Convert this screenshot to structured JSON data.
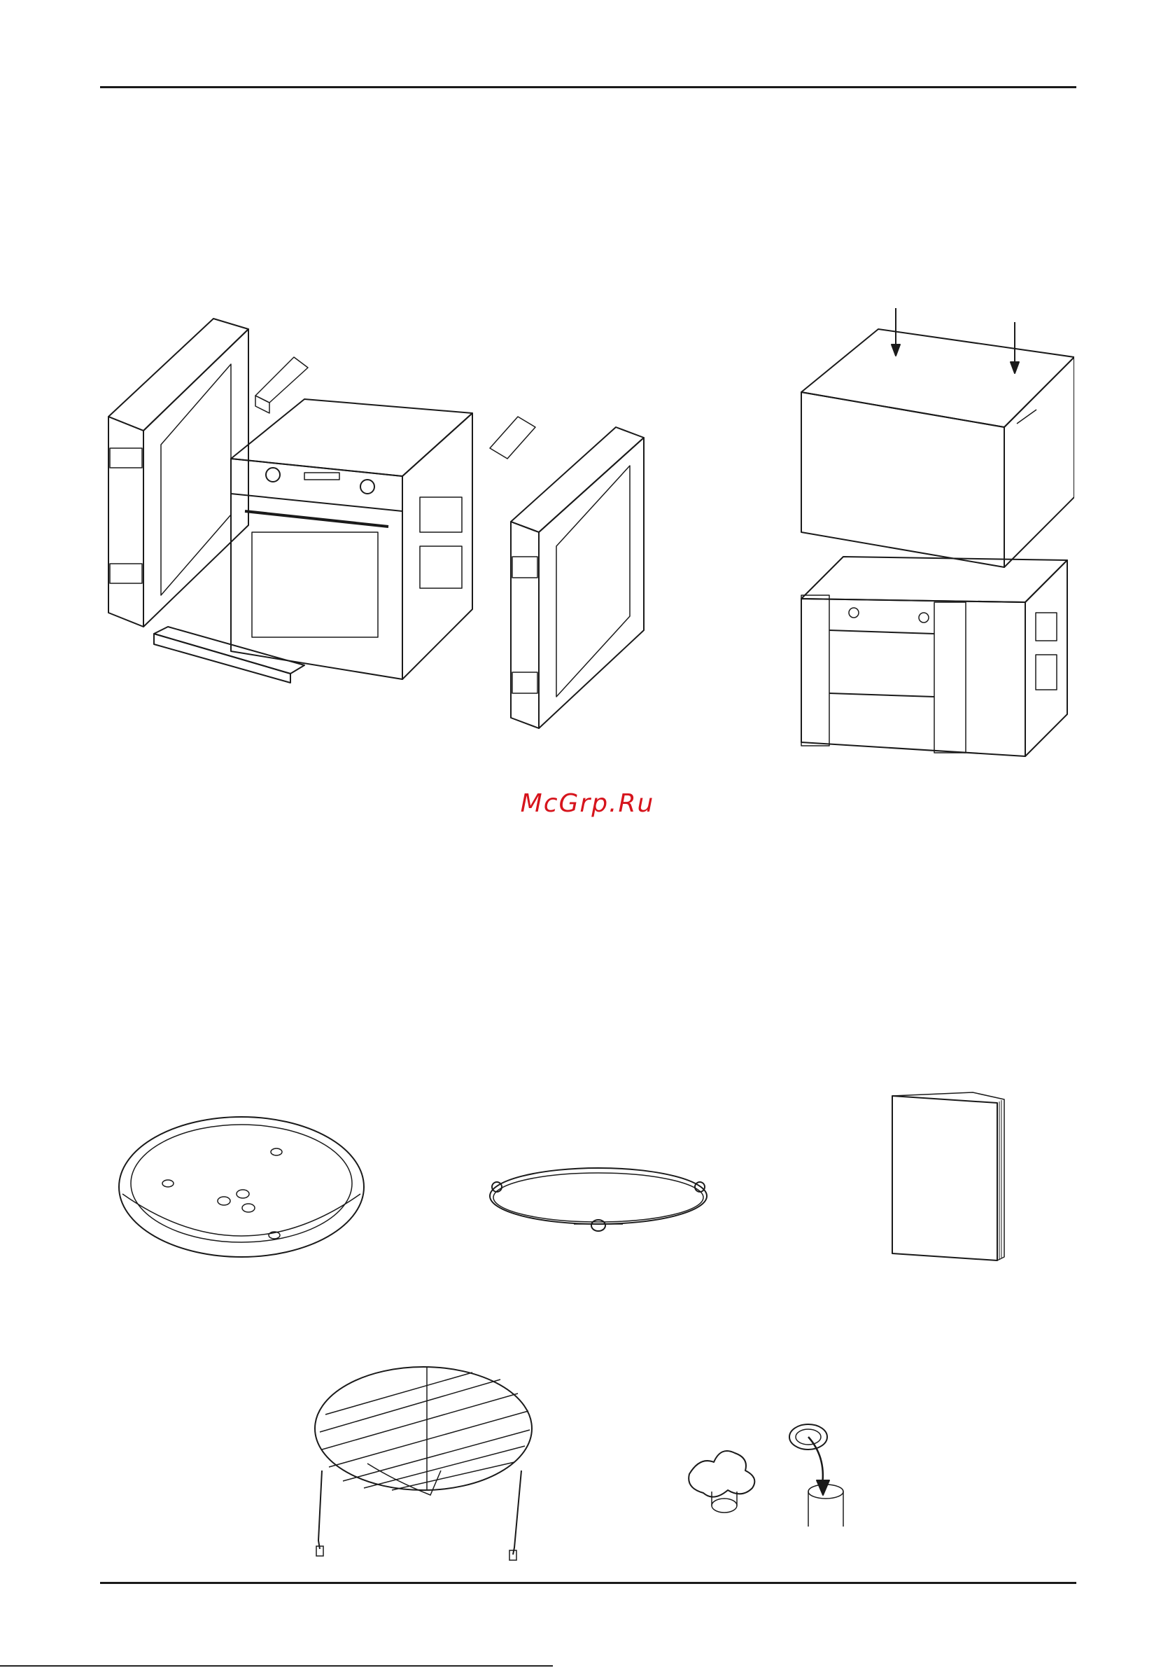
{
  "watermark": {
    "text": "McGrp.Ru",
    "color": "#d6141c"
  },
  "colors": {
    "line": "#1a1a1a",
    "rule": "#1a1a1a",
    "background": "#ffffff"
  },
  "figures": [
    {
      "id": "packaging-exploded",
      "icon": "oven-packaging-exploded-icon"
    },
    {
      "id": "packaging-assembled",
      "icon": "oven-packaging-box-icon"
    },
    {
      "id": "glass-tray",
      "icon": "turntable-glass-tray-icon"
    },
    {
      "id": "roller-ring",
      "icon": "turntable-roller-ring-icon"
    },
    {
      "id": "instruction-manual",
      "icon": "instruction-manual-icon"
    },
    {
      "id": "grill-rack",
      "icon": "grill-rack-icon"
    },
    {
      "id": "coupler",
      "icon": "turntable-coupler-icon"
    }
  ]
}
